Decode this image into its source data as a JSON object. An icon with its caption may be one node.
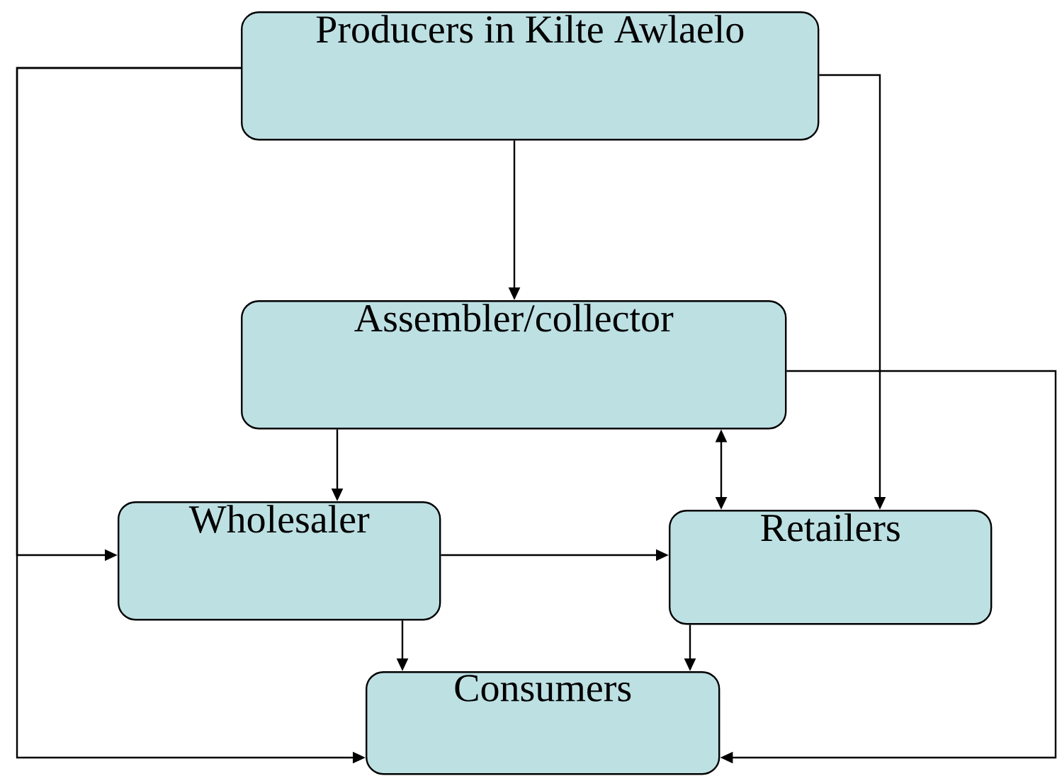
{
  "diagram": {
    "nodes": [
      {
        "text": [
          "Producers in Kilte Awlaelo"
        ]
      },
      {
        "text": [
          "Assembler/collector"
        ]
      },
      {
        "text": [
          "Wholesaler"
        ]
      },
      {
        "text": [
          "Retailers"
        ]
      },
      {
        "text": [
          "Consumers"
        ]
      }
    ],
    "edges": [
      {
        "from": 0,
        "to": 1,
        "arrow": "to"
      },
      {
        "from": 0,
        "to": 2,
        "arrow": "to"
      },
      {
        "from": 0,
        "to": 4,
        "arrow": "to"
      },
      {
        "from": 0,
        "to": 3,
        "arrow": "to"
      },
      {
        "from": 1,
        "to": 2,
        "arrow": "to"
      },
      {
        "from": 1,
        "to": 3,
        "arrow": "both"
      },
      {
        "from": 1,
        "to": 4,
        "arrow": "to"
      },
      {
        "from": 2,
        "to": 3,
        "arrow": "to"
      },
      {
        "from": 2,
        "to": 4,
        "arrow": "to"
      },
      {
        "from": 3,
        "to": 4,
        "arrow": "to"
      }
    ]
  }
}
